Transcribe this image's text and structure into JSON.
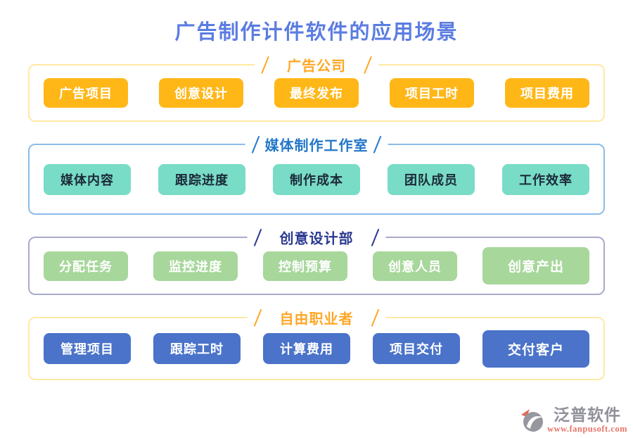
{
  "page": {
    "title": "广告制作计件软件的应用场景",
    "title_color": "#5b7ce2",
    "background": "#ffffff"
  },
  "sections": [
    {
      "id": "ad-company",
      "title": "广告公司",
      "header_color": "#ffa726",
      "border_color": "#ffe9a2",
      "button_bg": "#ffb718",
      "button_text_color": "#ffffff",
      "buttons": [
        "广告项目",
        "创意设计",
        "最终发布",
        "项目工时",
        "项目费用"
      ]
    },
    {
      "id": "media-studio",
      "title": "媒体制作工作室",
      "header_color": "#2277c8",
      "border_color": "#8cbce8",
      "button_bg": "#79dcc6",
      "button_text_color": "#1c2a3a",
      "buttons": [
        "媒体内容",
        "跟踪进度",
        "制作成本",
        "团队成员",
        "工作效率"
      ]
    },
    {
      "id": "creative-design-dept",
      "title": "创意设计部",
      "header_color": "#2b3990",
      "border_color": "#a9aacb",
      "button_bg": "#a7d79b",
      "button_text_color": "#ffffff",
      "buttons": [
        "分配任务",
        "监控进度",
        "控制预算",
        "创意人员",
        "创意产出"
      ]
    },
    {
      "id": "freelancer",
      "title": "自由职业者",
      "header_color": "#ffa726",
      "border_color": "#ffe9a2",
      "button_bg": "#4a73c9",
      "button_text_color": "#ffffff",
      "buttons": [
        "管理项目",
        "跟踪工时",
        "计算费用",
        "项目交付",
        "交付客户"
      ]
    }
  ],
  "footer": {
    "brand": "泛普软件",
    "url": "www.fanpusoft.com",
    "brand_color": "#90909a",
    "url_color": "#e8756a",
    "logo_icon": "fanpu-circle-swoosh"
  }
}
